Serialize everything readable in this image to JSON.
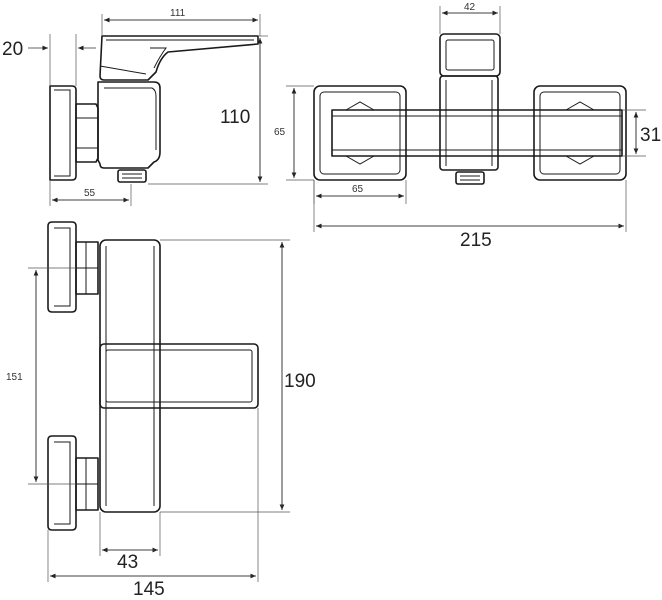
{
  "dimensions": {
    "side_depth": "20",
    "side_top_width": "111",
    "side_height": "110",
    "side_base": "55",
    "front_top": "42",
    "front_handle_height": "65",
    "front_handle_width": "65",
    "front_height_right": "31",
    "front_total_width": "215",
    "top_spacing": "151",
    "top_total_height": "190",
    "top_body_width": "43",
    "top_total_depth": "145"
  }
}
